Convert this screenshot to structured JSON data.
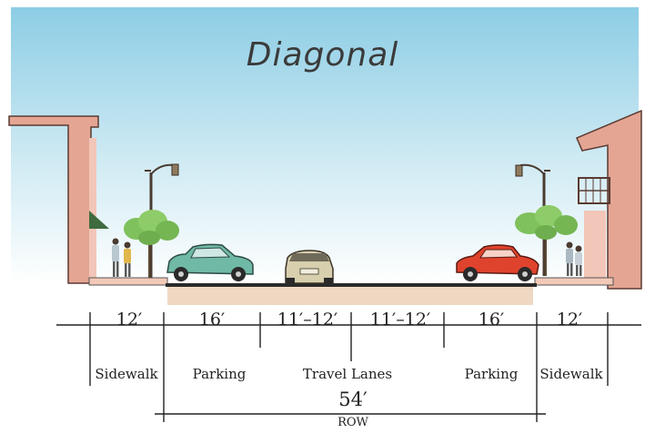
{
  "title": "Diagonal",
  "dimensions": [
    "12′",
    "16′",
    "11′–12′",
    "11′–12′",
    "16′",
    "12′"
  ],
  "zones": [
    "Sidewalk",
    "Parking",
    "Travel Lanes",
    "Parking",
    "Sidewalk"
  ],
  "total_width": "54′",
  "row_label": "ROW",
  "colors": {
    "sky": "#9fd4e8",
    "building": "#e4a593",
    "car_green": "#6fb9a6",
    "car_red": "#e0432d",
    "car_tan": "#d7cfae",
    "tree": "#7fc15c",
    "street": "#2a2a2a"
  }
}
